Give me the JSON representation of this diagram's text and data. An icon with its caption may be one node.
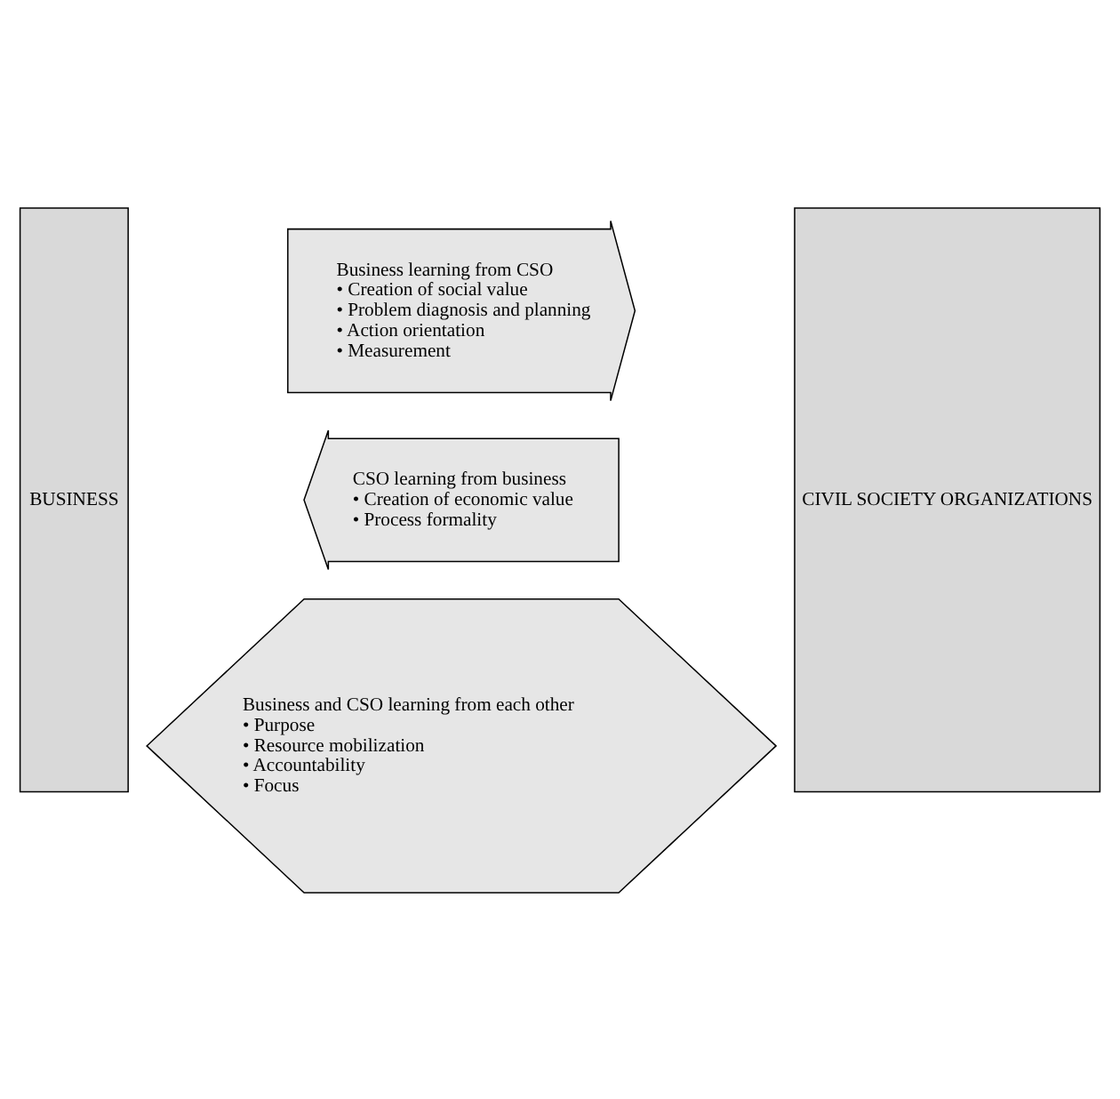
{
  "diagram": {
    "nodes": [
      {
        "text": [
          "BUSINESS"
        ]
      },
      {
        "text": [
          "CIVIL SOCIETY ORGANIZATIONS"
        ]
      },
      {
        "text": [
          "Business learning from CSO",
          "• Creation of social value",
          "• Problem diagnosis and planning",
          "• Action orientation",
          "• Measurement"
        ]
      },
      {
        "text": [
          "CSO learning from business",
          "• Creation of economic value",
          "• Process formality"
        ]
      },
      {
        "text": [
          "Business and CSO learning from each other",
          "• Purpose",
          "• Resource mobilization",
          "• Accountability",
          "• Focus"
        ]
      }
    ]
  }
}
